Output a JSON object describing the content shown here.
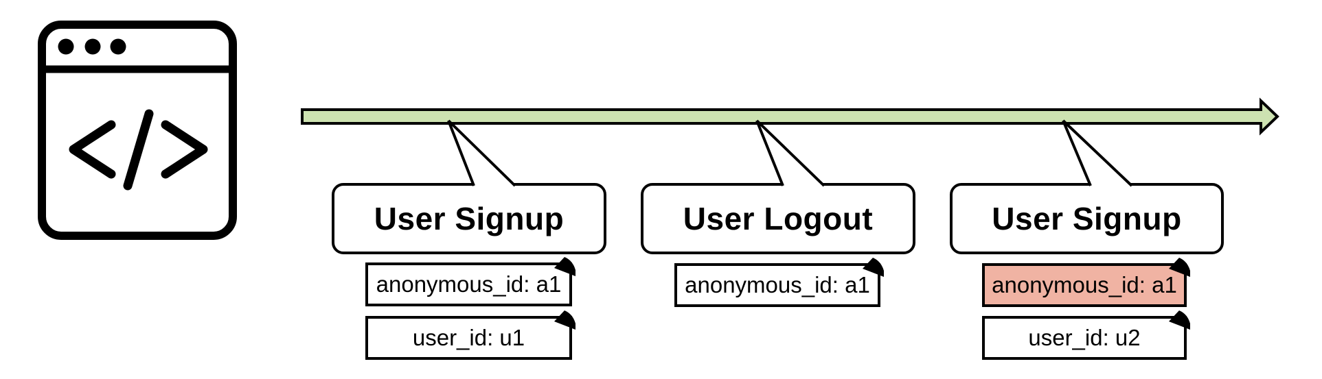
{
  "diagram": {
    "description": "Event timeline diagram",
    "icon": {
      "name": "browser-code-icon",
      "glyph": "</>"
    },
    "timeline": {
      "direction": "right"
    },
    "events": [
      {
        "title": "User Signup",
        "tags": [
          {
            "label": "anonymous_id: a1",
            "highlighted": false
          },
          {
            "label": "user_id: u1",
            "highlighted": false
          }
        ]
      },
      {
        "title": "User Logout",
        "tags": [
          {
            "label": "anonymous_id: a1",
            "highlighted": false
          }
        ]
      },
      {
        "title": "User Signup",
        "tags": [
          {
            "label": "anonymous_id: a1",
            "highlighted": true
          },
          {
            "label": "user_id: u2",
            "highlighted": false
          }
        ]
      }
    ],
    "colors": {
      "timeline_fill": "#cde2b1",
      "highlight_fill": "#f0b3a3",
      "stroke": "#000000",
      "background": "#ffffff"
    }
  }
}
